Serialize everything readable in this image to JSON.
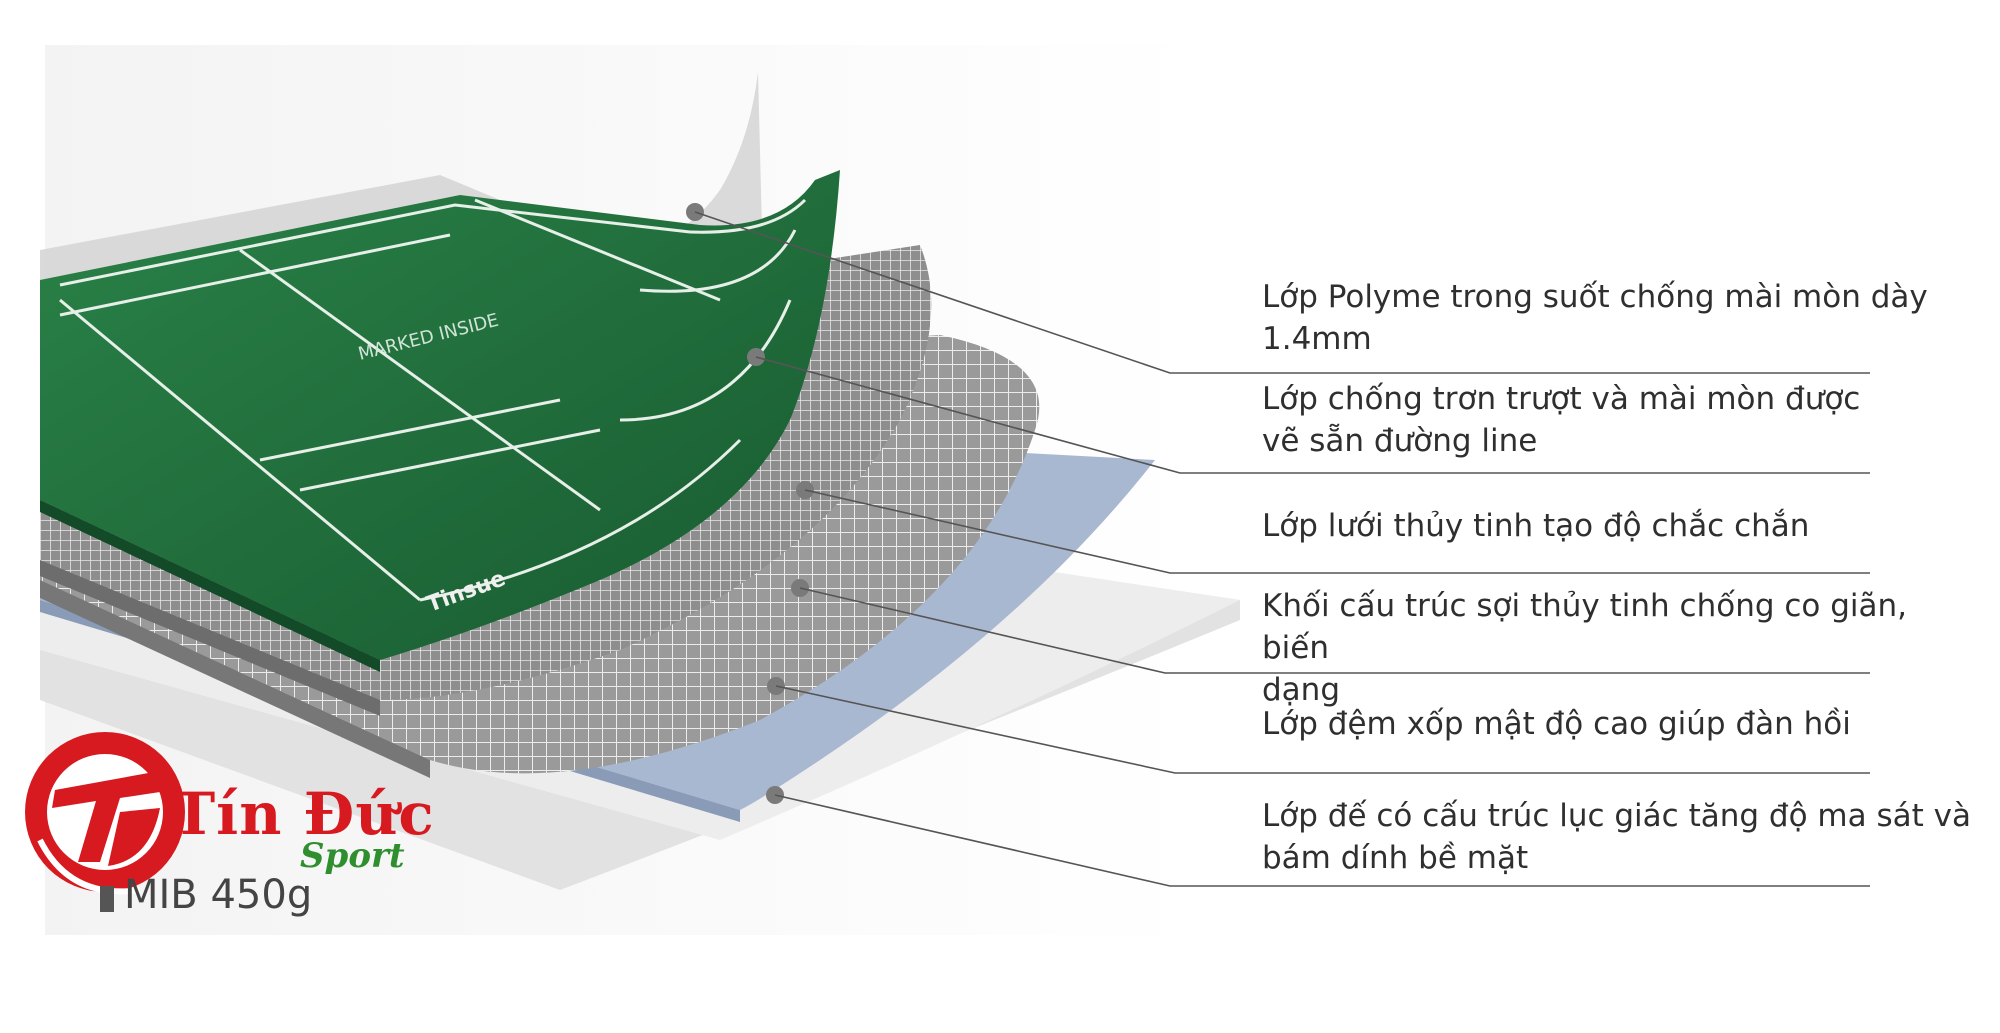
{
  "layers": [
    {
      "id": "polymer",
      "lines": [
        "Lớp Polyme trong suốt chống mài mòn dày",
        "1.4mm"
      ]
    },
    {
      "id": "court-surface",
      "lines": [
        "Lớp chống trơn trượt và mài mòn được",
        "vẽ sẵn đường line"
      ]
    },
    {
      "id": "fiberglass-mesh",
      "lines": [
        "Lớp lưới thủy tinh tạo độ chắc chắn"
      ]
    },
    {
      "id": "fiberglass-block",
      "lines": [
        "Khối cấu trúc sợi thủy tinh chống co giãn, biến",
        "dạng"
      ]
    },
    {
      "id": "foam",
      "lines": [
        "Lớp đệm xốp mật độ cao giúp đàn hồi"
      ]
    },
    {
      "id": "base",
      "lines": [
        "Lớp đế có cấu trúc lục giác tăng độ ma sát và",
        "bám dính bề mặt"
      ]
    }
  ],
  "court_print": {
    "marked": "MARKED INSIDE",
    "brand": "Tinsue"
  },
  "logo": {
    "name": "Tín Đức",
    "sub": "Sport"
  },
  "product_tag": "MIB 450g",
  "colors": {
    "court_green": "#1f6b3a",
    "court_green_light": "#2d8a4c",
    "mesh_gray": "#8c8c8c",
    "foam_blue": "#a9b8d1",
    "base_gray": "#e4e4e4",
    "polymer_gray": "#d9d9d9",
    "brand_red": "#d71920",
    "brand_green": "#2f8f2f",
    "leader_line": "#555555"
  }
}
